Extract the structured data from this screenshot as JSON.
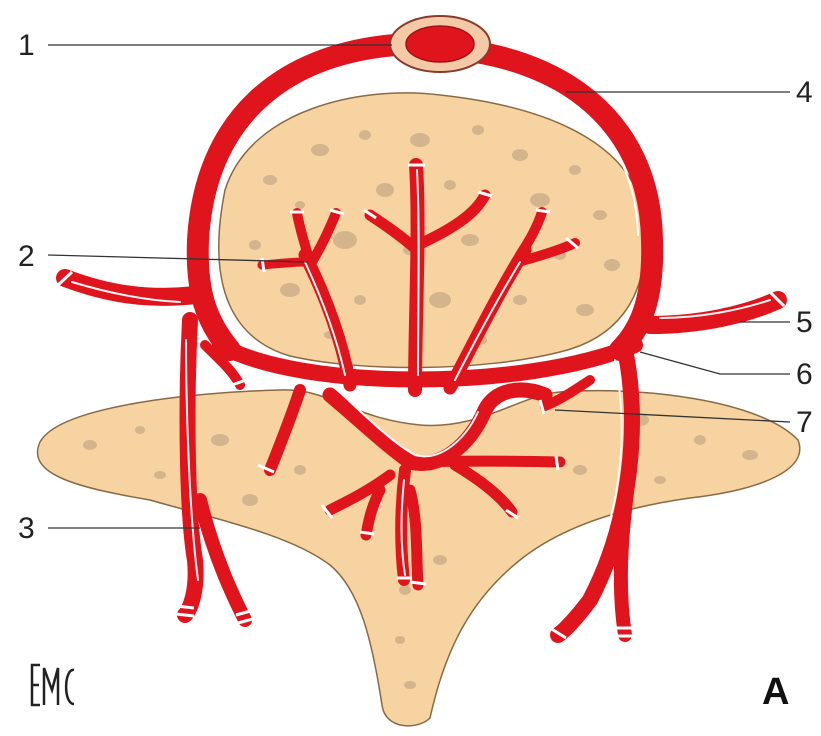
{
  "figure": {
    "callouts": [
      "1",
      "2",
      "3",
      "4",
      "5",
      "6",
      "7"
    ],
    "panel_letter": "A",
    "logo_text": "EMC"
  },
  "colors": {
    "artery": "#e0141d",
    "artery_dark": "#a50f14",
    "bone": "#f6d3a1",
    "bone_spots": "#c9aa86",
    "aorta_core": "#e0141d",
    "aorta_rim": "#f4c9a8"
  }
}
